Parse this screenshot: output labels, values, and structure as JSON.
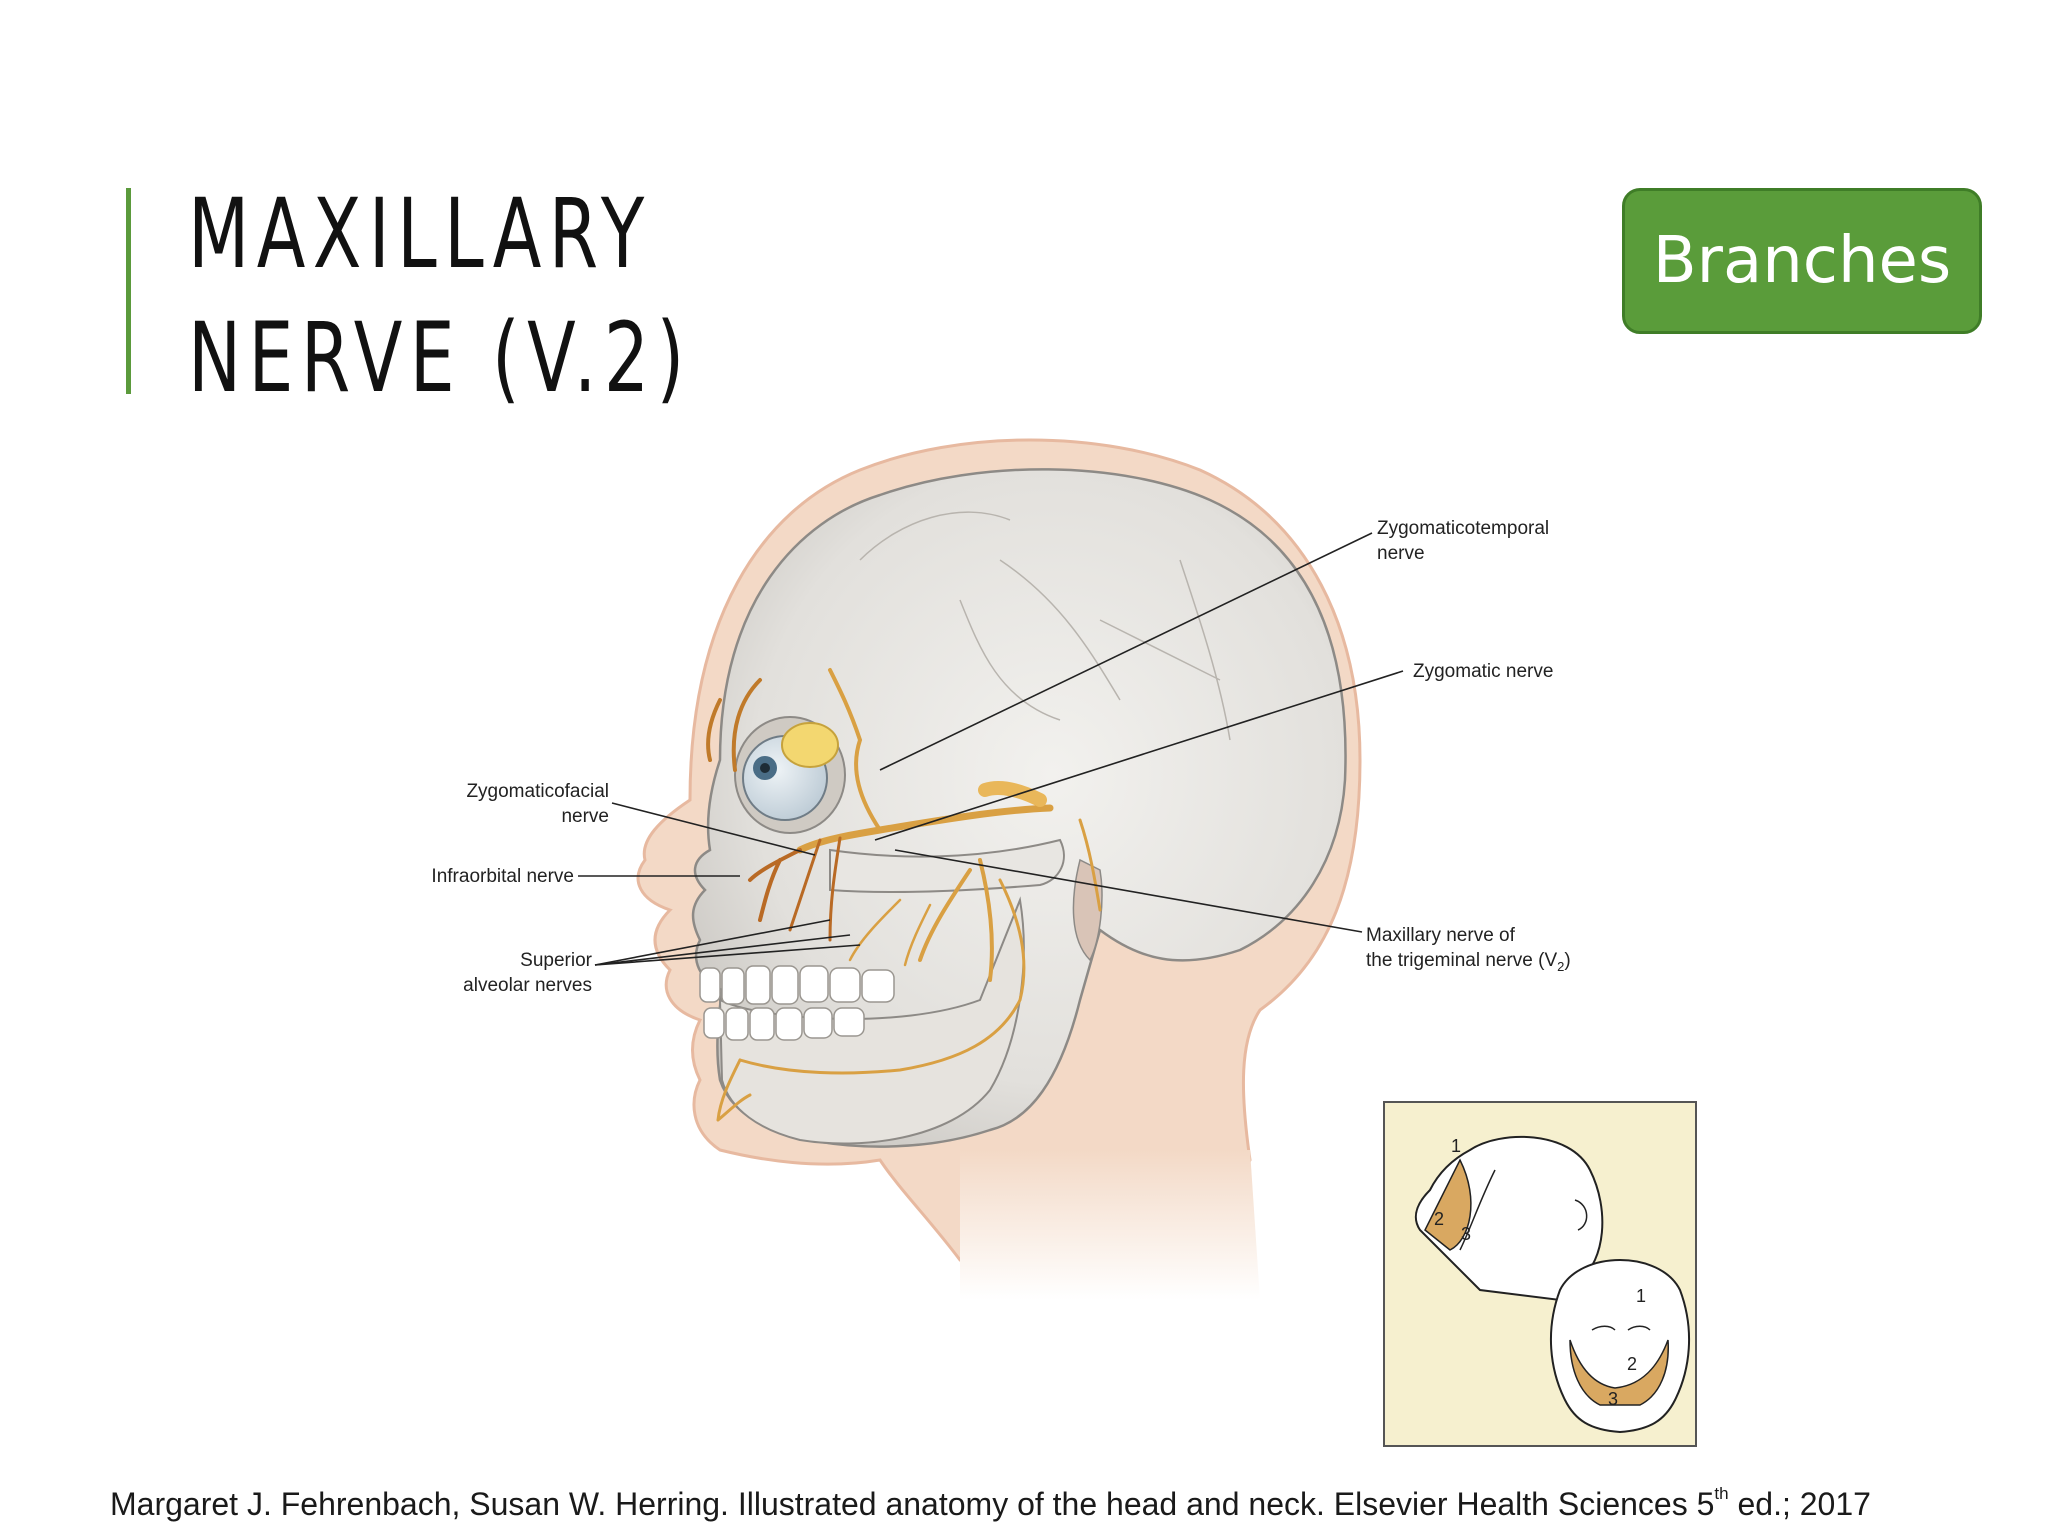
{
  "slide": {
    "title_line1": "MAXILLARY",
    "title_line2": "NERVE (V.2)",
    "branches_button": "Branches",
    "accent_color": "#5a9c3a"
  },
  "figure": {
    "labels": {
      "zygomaticotemporal_l1": "Zygomaticotemporal",
      "zygomaticotemporal_l2": "nerve",
      "zygomatic": "Zygomatic nerve",
      "zygomaticofacial_l1": "Zygomaticofacial",
      "zygomaticofacial_l2": "nerve",
      "infraorbital": "Infraorbital nerve",
      "superior_alveolar_l1": "Superior",
      "superior_alveolar_l2": "alveolar nerves",
      "maxillary_l1": "Maxillary nerve of",
      "maxillary_l2_prefix": "the trigeminal nerve (V",
      "maxillary_l2_sub": "2",
      "maxillary_l2_suffix": ")"
    },
    "inset_numbers": {
      "side_1": "1",
      "side_2": "2",
      "side_3": "3",
      "front_1": "1",
      "front_2": "2",
      "front_3": "3"
    },
    "nerve_color": "#d9a043",
    "skin_color": "#f3d9c6",
    "inset_bg": "#f6f0cf"
  },
  "citation": {
    "text": "Margaret J. Fehrenbach, Susan W. Herring. Illustrated anatomy of the head and neck. Elsevier Health Sciences 5",
    "sup": "th",
    "tail": " ed.; 2017"
  }
}
